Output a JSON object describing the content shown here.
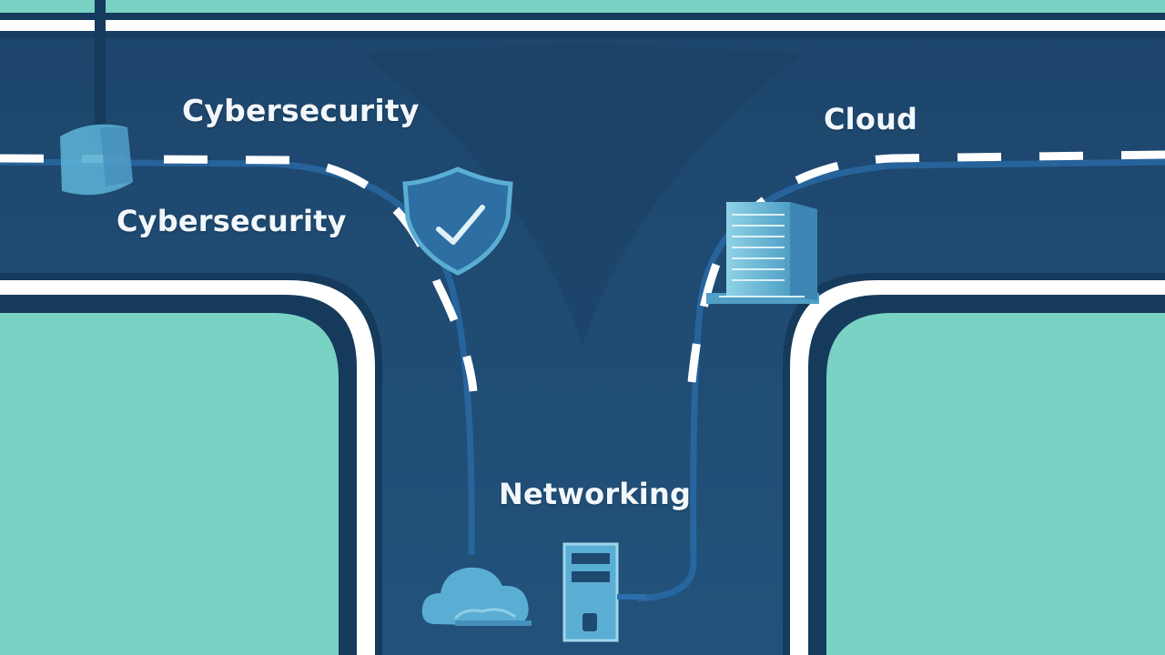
{
  "labels": {
    "cybersecurity_top": "Cybersecurity",
    "cybersecurity_left": "Cybersecurity",
    "cloud": "Cloud",
    "networking": "Networking"
  },
  "colors": {
    "background_teal": "#79d2c3",
    "road_dark": "#1f4a70",
    "road_mid": "#26557e",
    "road_edge": "#163a5c",
    "curb_white": "#ffffff",
    "icon_fill": "#5aaed3",
    "icon_light": "#9fd7ea",
    "cable_blue": "#2f7fc4"
  },
  "icons": [
    "mailbox-icon",
    "shield-check-icon",
    "server-rack-icon",
    "cloud-icon",
    "computer-tower-icon"
  ]
}
